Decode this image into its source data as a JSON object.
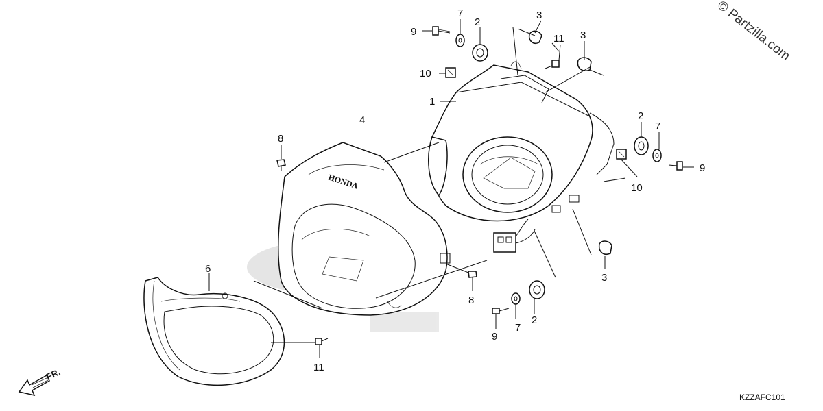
{
  "watermark": "© Partzilla.com",
  "diagram_code": "KZZAFC101",
  "direction_label": "FR.",
  "callouts": [
    {
      "id": "c-1a",
      "text": "1"
    },
    {
      "id": "c-2a",
      "text": "2"
    },
    {
      "id": "c-2b",
      "text": "2"
    },
    {
      "id": "c-2c",
      "text": "2"
    },
    {
      "id": "c-3a",
      "text": "3"
    },
    {
      "id": "c-3b",
      "text": "3"
    },
    {
      "id": "c-3c",
      "text": "3"
    },
    {
      "id": "c-4a",
      "text": "4"
    },
    {
      "id": "c-6a",
      "text": "6"
    },
    {
      "id": "c-7a",
      "text": "7"
    },
    {
      "id": "c-7b",
      "text": "7"
    },
    {
      "id": "c-7c",
      "text": "7"
    },
    {
      "id": "c-8a",
      "text": "8"
    },
    {
      "id": "c-8b",
      "text": "8"
    },
    {
      "id": "c-9a",
      "text": "9"
    },
    {
      "id": "c-9b",
      "text": "9"
    },
    {
      "id": "c-9c",
      "text": "9"
    },
    {
      "id": "c-10a",
      "text": "10"
    },
    {
      "id": "c-10b",
      "text": "10"
    },
    {
      "id": "c-11a",
      "text": "11"
    },
    {
      "id": "c-11b",
      "text": "11"
    }
  ]
}
